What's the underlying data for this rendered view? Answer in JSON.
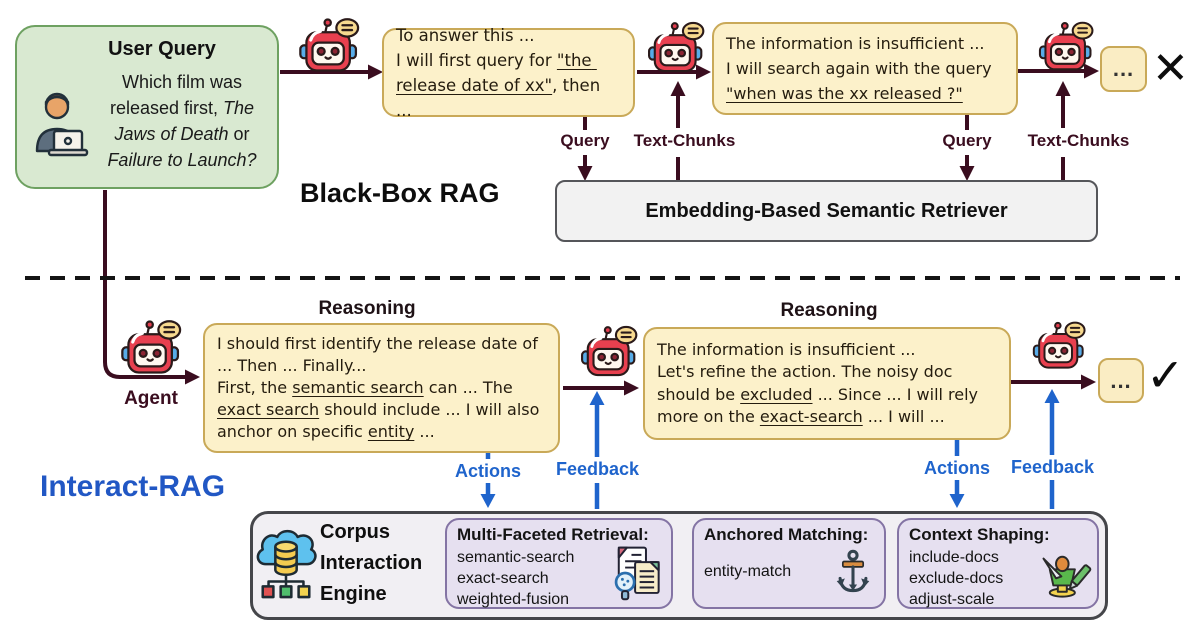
{
  "user_query": {
    "title": "User Query",
    "body": [
      {
        "t": "Which film was released first, "
      },
      {
        "t": "The Jaws of Death",
        "i": true
      },
      {
        "t": " or "
      },
      {
        "t": "Failure to Launch?",
        "i": true
      }
    ]
  },
  "blackbox": {
    "section_label": "Black-Box RAG",
    "bubble1": [
      {
        "t": "To answer this ...\nI will first query for "
      },
      {
        "t": "\"the release date of xx\"",
        "u": true
      },
      {
        "t": ", then ..."
      }
    ],
    "bubble2": [
      {
        "t": "The information is insufficient ...\nI will search again with the query\n"
      },
      {
        "t": "\"when was the xx released ?\"",
        "u": true
      }
    ],
    "query_label": "Query",
    "chunks_label": "Text-Chunks",
    "retriever_label": "Embedding-Based Semantic Retriever",
    "ellipsis": "...",
    "fail_mark": "✕"
  },
  "interact": {
    "section_label": "Interact-RAG",
    "agent_label": "Agent",
    "reasoning_label": "Reasoning",
    "bubble1": [
      {
        "t": "I should first identify the release date of ... Then ... Finally...\nFirst, the "
      },
      {
        "t": "semantic search",
        "u": true
      },
      {
        "t": " can ... The "
      },
      {
        "t": "exact search",
        "u": true
      },
      {
        "t": " should include ... I will also anchor on specific "
      },
      {
        "t": "entity",
        "u": true
      },
      {
        "t": " ..."
      }
    ],
    "bubble2": [
      {
        "t": "The information is insufficient ...\nLet's refine the action. The noisy doc should be "
      },
      {
        "t": "excluded",
        "u": true
      },
      {
        "t": " ... Since ... I will rely more on the "
      },
      {
        "t": "exact-search",
        "u": true
      },
      {
        "t": " ... I will ..."
      }
    ],
    "actions_label": "Actions",
    "feedback_label": "Feedback",
    "ellipsis": "...",
    "success_mark": "✓",
    "engine": {
      "title": "Corpus\nInteraction\nEngine",
      "modules": [
        {
          "title": "Multi-Faceted Retrieval:",
          "items": "semantic-search\nexact-search\nweighted-fusion"
        },
        {
          "title": "Anchored Matching:",
          "items": "entity-match"
        },
        {
          "title": "Context Shaping:",
          "items": "include-docs\nexclude-docs\nadjust-scale"
        }
      ]
    }
  },
  "colors": {
    "arrow_maroon": "#3a0d1f",
    "accent_blue": "#1f64cc",
    "bubble_fill": "#fcf1ca",
    "bubble_border": "#c9a958",
    "green_fill": "#d9e9d1",
    "green_border": "#6ea161",
    "purple_fill": "#e6e0f0",
    "purple_border": "#8474a4",
    "interact_label_blue": "#2157c4"
  }
}
